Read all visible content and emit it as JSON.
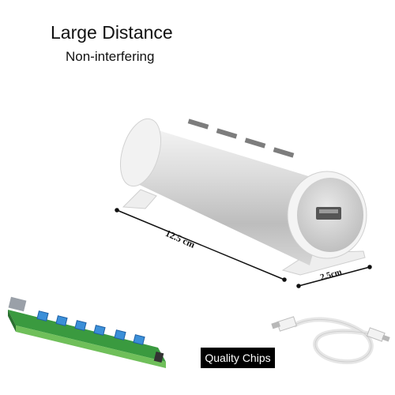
{
  "title": "Large Distance",
  "subtitle": "Non-interfering",
  "dimensions": {
    "length": "12.5 cm",
    "diameter": "2.5cm"
  },
  "badge": "Quality Chips"
}
